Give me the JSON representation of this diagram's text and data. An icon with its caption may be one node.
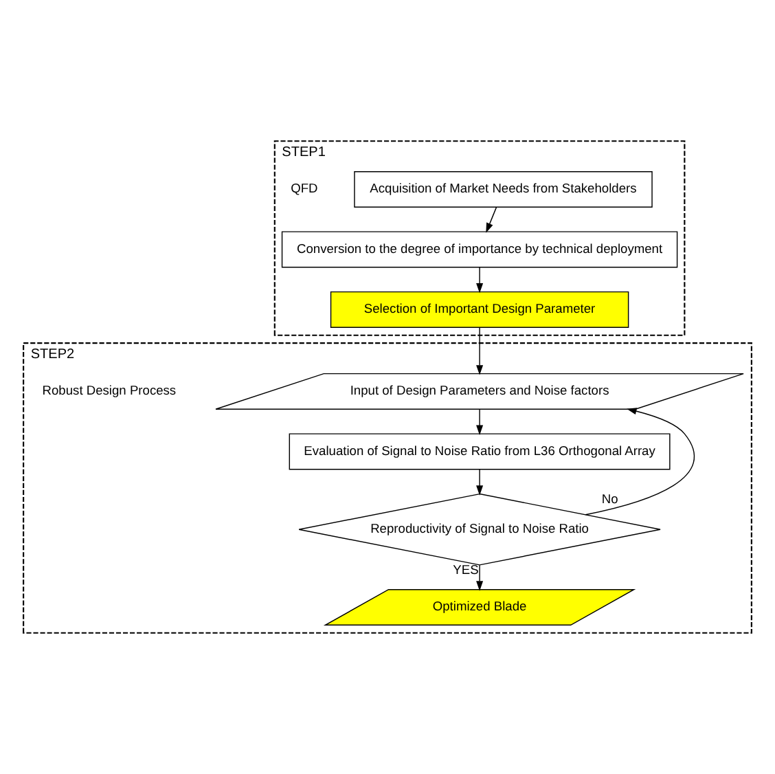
{
  "diagram": {
    "nodes": [
      {
        "text": [
          "STEP1"
        ]
      },
      {
        "text": [
          "Acquisition of Market Needs from Stakeholders"
        ],
        "in": 0
      },
      {
        "text": [
          "Conversion to the degree of importance by technical deployment"
        ],
        "in": 0
      },
      {
        "text": [
          "Selection of Important Design Parameter"
        ],
        "in": 0
      },
      {
        "text": [
          "STEP2"
        ]
      },
      {
        "text": [
          "Input of Design Parameters and Noise factors"
        ],
        "in": 4
      },
      {
        "text": [
          "Evaluation of Signal to Noise Ratio from L36 Orthogonal Array"
        ],
        "in": 4
      },
      {
        "text": [
          "Reproductivity of Signal to Noise Ratio"
        ],
        "in": 4
      },
      {
        "text": [
          "Optimized Blade"
        ],
        "in": 4
      }
    ],
    "edges": [
      {
        "from": 1,
        "to": 2,
        "arrow": "to"
      },
      {
        "from": 2,
        "to": 3,
        "arrow": "to"
      },
      {
        "from": 3,
        "to": 5,
        "arrow": "to"
      },
      {
        "from": 5,
        "to": 6,
        "arrow": "to"
      },
      {
        "from": 6,
        "to": 7,
        "arrow": "to"
      },
      {
        "from": 7,
        "to": 5,
        "arrow": "to",
        "label": "No"
      },
      {
        "from": 7,
        "to": 8,
        "arrow": "to",
        "label": "YES"
      }
    ],
    "labels": [
      "QFD",
      "Robust Design Process"
    ]
  }
}
